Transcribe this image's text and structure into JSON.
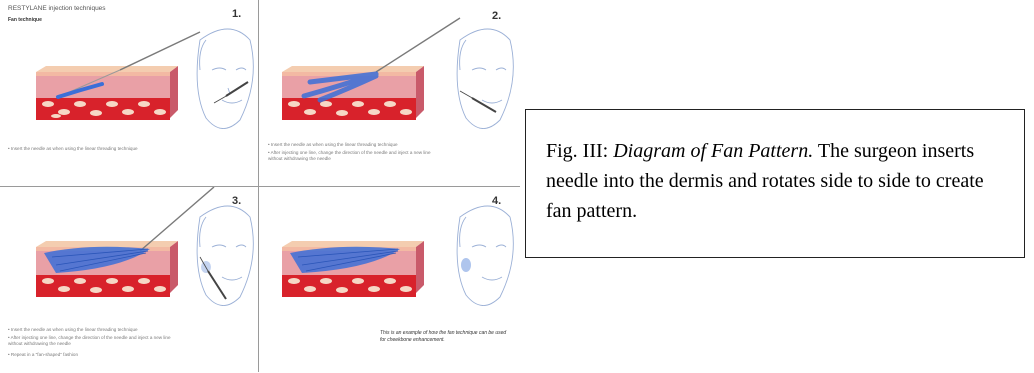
{
  "figure": {
    "panels": [
      {
        "number": "1.",
        "captions": [
          "• Insert the needle as when using the linear threading technique"
        ]
      },
      {
        "number": "2.",
        "captions": [
          "• Insert the needle as when using the linear threading technique",
          "• After injecting one line, change the direction of the needle and inject a new line without withdrawing the needle"
        ]
      },
      {
        "number": "3.",
        "captions": [
          "• Insert the needle as when using the linear threading technique",
          "• After injecting one line, change the direction of the needle and inject a new line without withdrawing the needle",
          "• Repeat in a \"fan-shaped\" fashion"
        ]
      },
      {
        "number": "4.",
        "note": "This is an example of how the fan technique can be used for cheekbone enhancement."
      }
    ],
    "header_title": "RESTYLANE injection techniques",
    "header_subtitle": "Fan technique"
  },
  "caption": {
    "label": "Fig. III:",
    "title": "Diagram of Fan Pattern.",
    "text": "The surgeon inserts needle into the dermis and rotates side to side to create fan pattern."
  },
  "colors": {
    "skin": "#e9a0a6",
    "filler": "#3b6fd8",
    "frame": "#222222"
  }
}
